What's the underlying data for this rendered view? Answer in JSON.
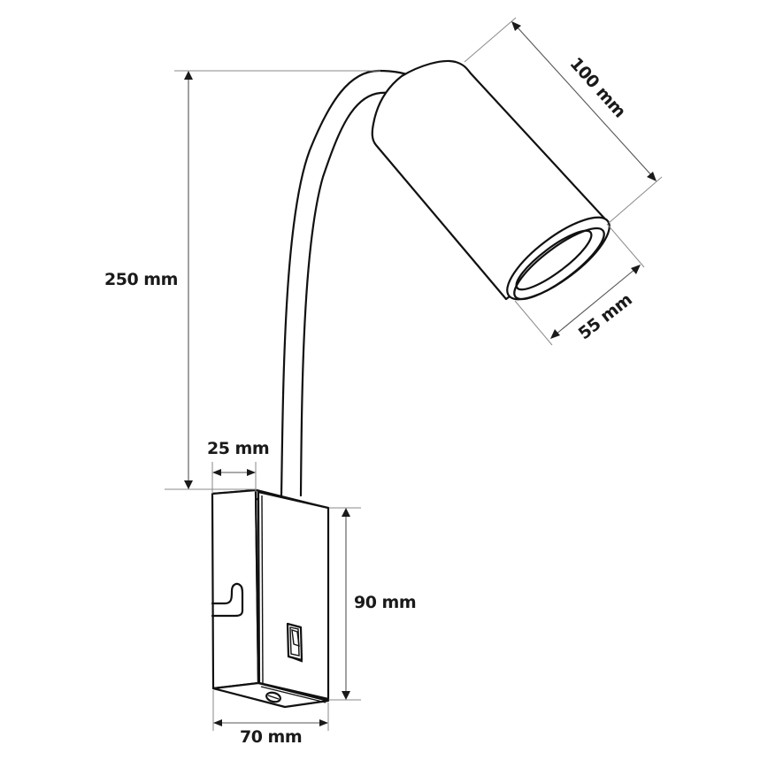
{
  "diagram": {
    "subject": "Wall lamp with flexible arm, cylindrical spotlight head and switch box",
    "colors": {
      "line": "#111111",
      "dimension_line": "#555555",
      "extension_line": "#8a8a8a",
      "background": "#ffffff"
    },
    "dimensions": {
      "total_height": "250 mm",
      "head_length": "100 mm",
      "head_diameter": "55 mm",
      "arm_offset": "25 mm",
      "box_height": "90 mm",
      "box_width": "70 mm"
    },
    "components": [
      {
        "name": "spotlight-head",
        "description": "Cylindrical lamp head"
      },
      {
        "name": "flexible-arm",
        "description": "Gooseneck arm"
      },
      {
        "name": "switch-box",
        "description": "Wall mounting box"
      },
      {
        "name": "rocker-switch",
        "description": "On/off switch"
      },
      {
        "name": "mounting-slot",
        "description": "Keyhole slot for wall hanging"
      }
    ]
  }
}
